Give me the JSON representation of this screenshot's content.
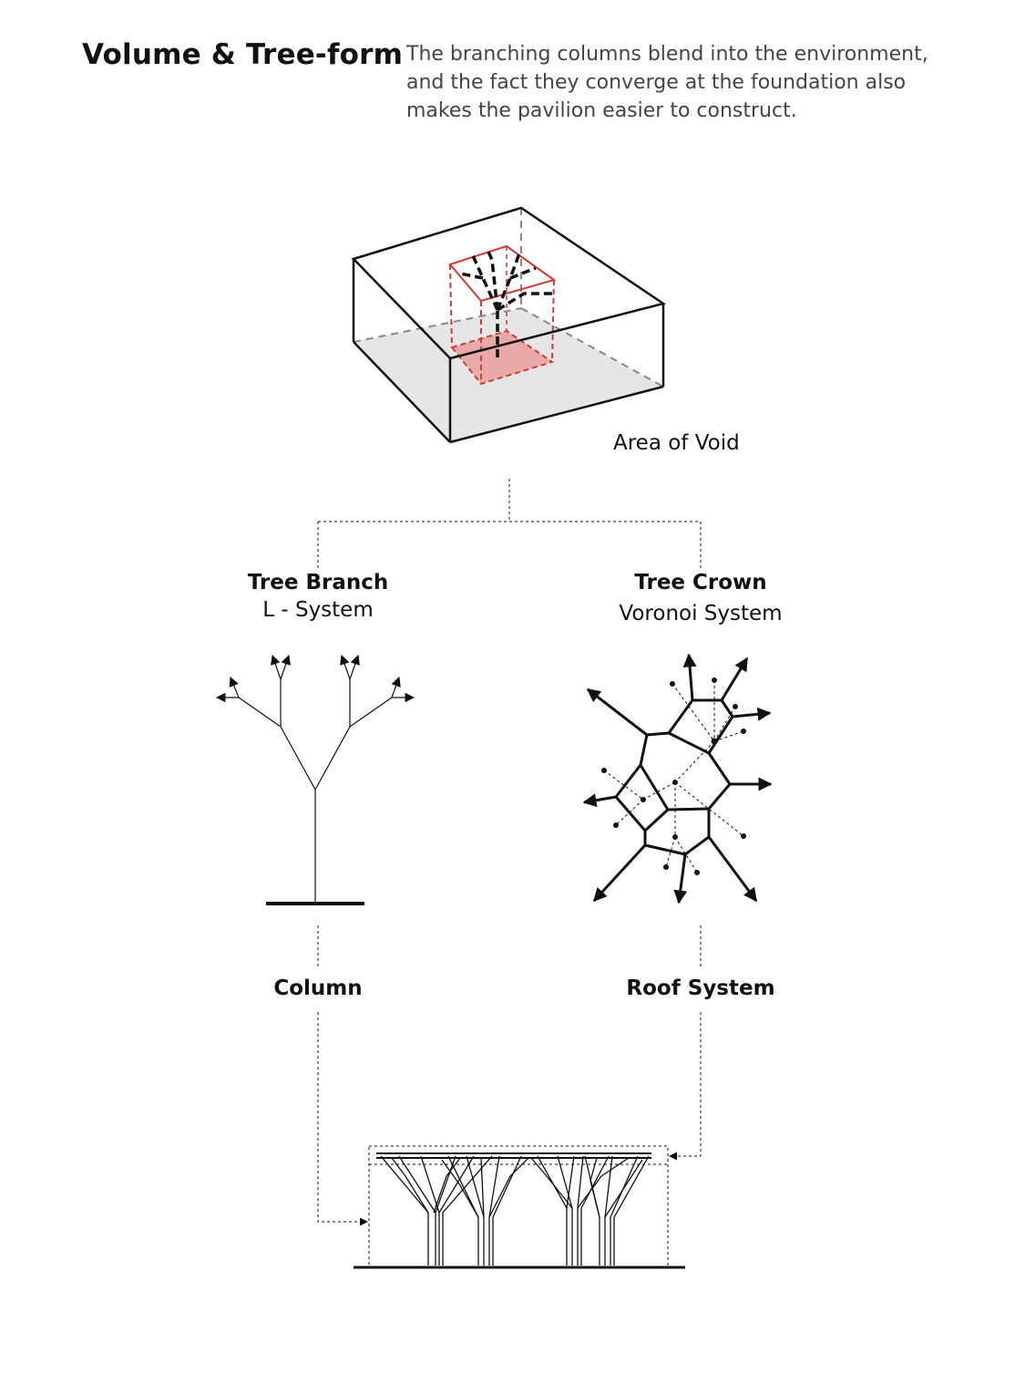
{
  "header": {
    "title": "Volume & Tree-form",
    "description_lines": [
      "The branching columns blend into the environment,",
      "and the fact they converge at the foundation also",
      "makes the pavilion easier to construct."
    ]
  },
  "labels": {
    "area_of_void": "Area of Void",
    "tree_branch_title": "Tree Branch",
    "tree_branch_subtitle": "L - System",
    "tree_crown_title": "Tree Crown",
    "tree_crown_subtitle": "Voronoi System",
    "column": "Column",
    "roof_system": "Roof System"
  },
  "colors": {
    "ink": "#111111",
    "accent_red": "#d23a3a",
    "void_fill": "#e8a9a9",
    "floor_fill": "#e6e6e6",
    "text_gray": "#444444"
  }
}
